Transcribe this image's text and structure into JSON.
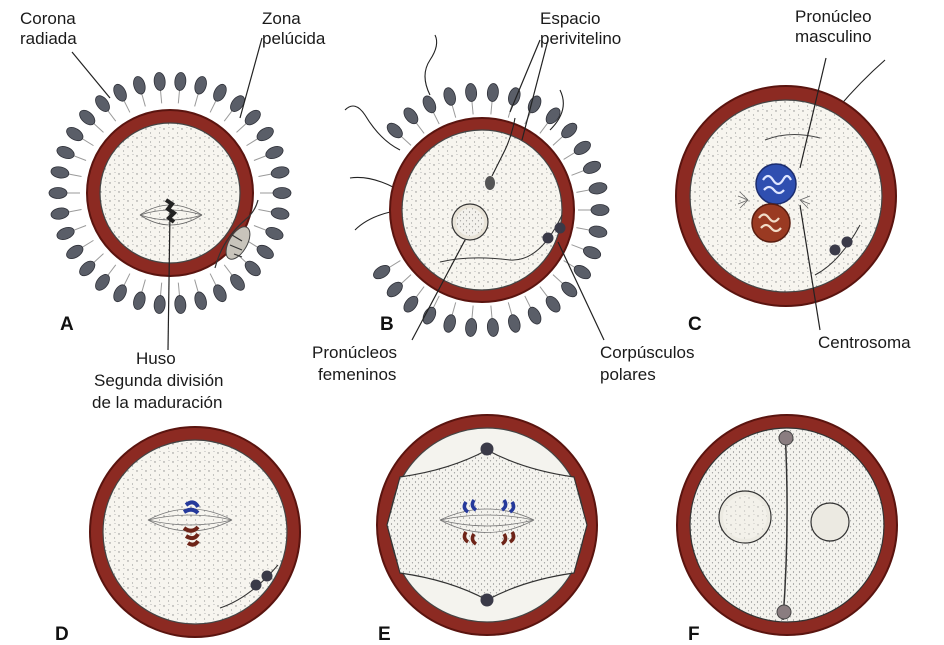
{
  "panels": {
    "a": "A",
    "b": "B",
    "c": "C",
    "d": "D",
    "e": "E",
    "f": "F"
  },
  "labels": {
    "corona_1": "Corona",
    "corona_2": "radiada",
    "zona_1": "Zona",
    "zona_2": "pelúcida",
    "espacio_1": "Espacio",
    "espacio_2": "perivitelino",
    "pron_masc_1": "Pronúcleo",
    "pron_masc_2": "masculino",
    "huso": "Huso",
    "segunda_1": "Segunda división",
    "segunda_2": "de la maduración",
    "pron_fem_1": "Pronúcleos",
    "pron_fem_2": "femeninos",
    "corp_1": "Corpúsculos",
    "corp_2": "polares",
    "centrosoma": "Centrosoma"
  },
  "colors": {
    "zona": "#8c2a22",
    "zona_edge": "#5a140f",
    "cytoplasm": "#f7f5ef",
    "stipple": "#8a8a8a",
    "corona_cell": "#5a5e68",
    "male_pronucleus": "#2f4fb0",
    "female_pronucleus": "#9a3a22",
    "chrom_blue": "#25399b",
    "chrom_red": "#6e2418"
  }
}
